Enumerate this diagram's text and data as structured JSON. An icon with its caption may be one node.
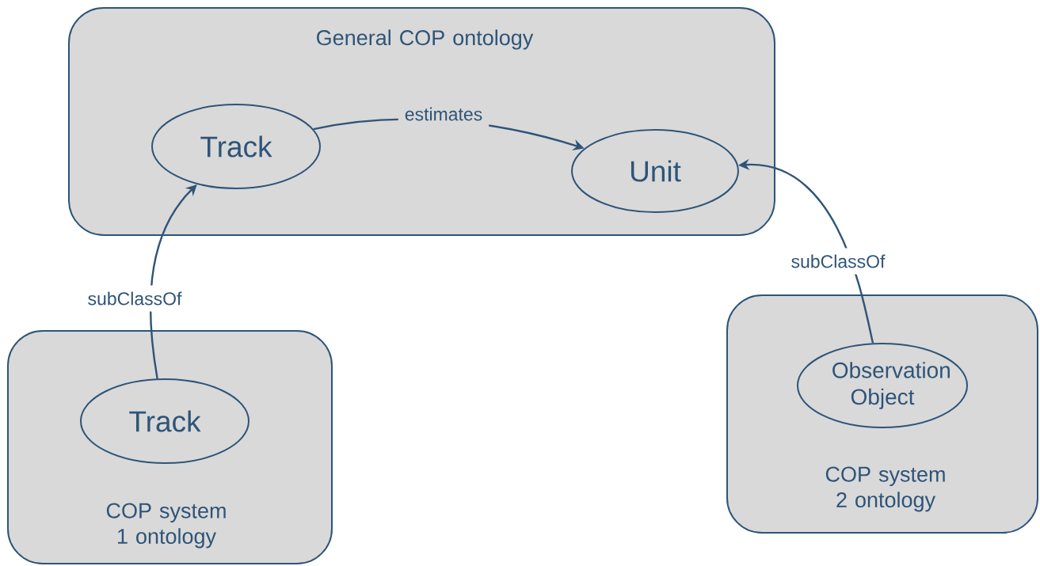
{
  "diagram": {
    "nodes": [
      {
        "text": [
          "General COP ontology"
        ]
      },
      {
        "text": [
          "Track"
        ],
        "in": 0
      },
      {
        "text": [
          "Unit"
        ],
        "in": 0
      },
      {
        "text": [
          "COP system 1 ontology"
        ]
      },
      {
        "text": [
          "Track"
        ],
        "in": 3
      },
      {
        "text": [
          "COP system 2 ontology"
        ]
      },
      {
        "text": [
          "Observation Object"
        ],
        "in": 5
      }
    ],
    "edges": [
      {
        "from": 1,
        "to": 2,
        "arrow": "to",
        "label": "estimates"
      },
      {
        "from": 4,
        "to": 1,
        "arrow": "to",
        "label": "subClassOf"
      },
      {
        "from": 6,
        "to": 2,
        "arrow": "to",
        "label": "subClassOf"
      }
    ]
  }
}
